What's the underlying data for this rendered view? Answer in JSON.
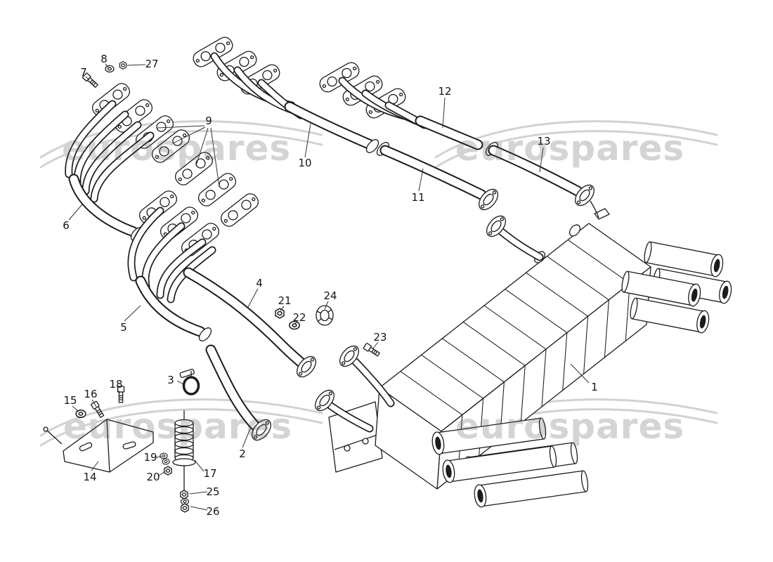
{
  "colors": {
    "background": "#ffffff",
    "line_art": "#1c1c1c",
    "watermark": "#d4d4d4",
    "callout_text": "#141414"
  },
  "watermarks": [
    {
      "text": "eurospares"
    },
    {
      "text": "eurospares"
    },
    {
      "text": "eurospares"
    },
    {
      "text": "eurospares"
    }
  ],
  "callouts": [
    {
      "label": "1"
    },
    {
      "label": "2"
    },
    {
      "label": "3"
    },
    {
      "label": "4"
    },
    {
      "label": "5"
    },
    {
      "label": "6"
    },
    {
      "label": "7"
    },
    {
      "label": "8"
    },
    {
      "label": "9"
    },
    {
      "label": "10"
    },
    {
      "label": "11"
    },
    {
      "label": "12"
    },
    {
      "label": "13"
    },
    {
      "label": "14"
    },
    {
      "label": "15"
    },
    {
      "label": "16"
    },
    {
      "label": "17"
    },
    {
      "label": "18"
    },
    {
      "label": "19"
    },
    {
      "label": "20"
    },
    {
      "label": "21"
    },
    {
      "label": "22"
    },
    {
      "label": "23"
    },
    {
      "label": "24"
    },
    {
      "label": "25"
    },
    {
      "label": "26"
    },
    {
      "label": "27"
    }
  ]
}
